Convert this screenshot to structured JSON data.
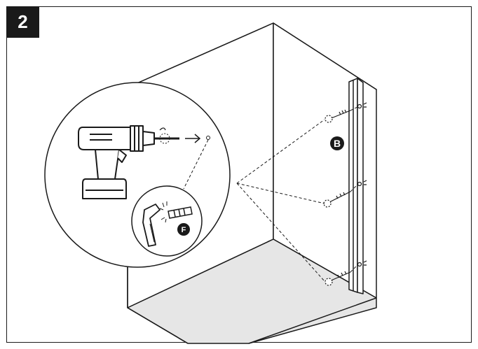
{
  "step": {
    "number": "2"
  },
  "callouts": {
    "panel_label": "B",
    "anchor_label": "F"
  },
  "colors": {
    "ink": "#1a1a1a",
    "floor": "#e6e6e6",
    "paper": "#ffffff"
  },
  "icons": {
    "drill": "cordless-drill-icon",
    "hammer": "hammer-icon",
    "anchor": "wall-anchor-icon",
    "screw": "screw-icon"
  }
}
